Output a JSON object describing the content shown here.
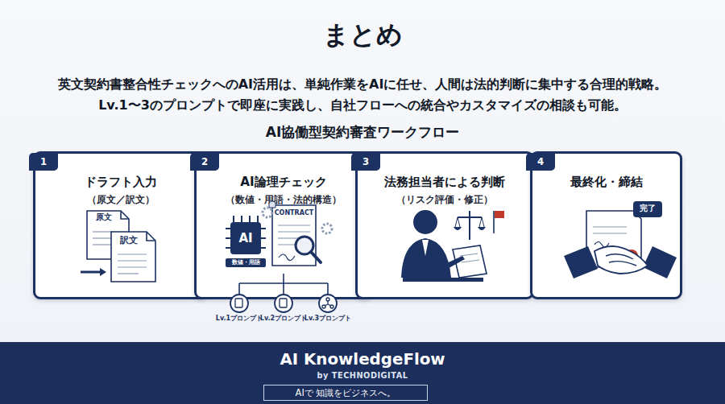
{
  "diagram": {
    "title": "まとめ",
    "nodes": [
      {
        "text": [
          "ドラフト入力",
          "（原文／訳文）"
        ]
      },
      {
        "text": [
          "1"
        ],
        "in": 0
      },
      {
        "text": [
          "AI論理チェック",
          "（数値・用語・法的構造）"
        ]
      },
      {
        "text": [
          "2"
        ],
        "in": 2
      },
      {
        "text": [
          "法務担当者による判断",
          "（リスク評価・修正）"
        ]
      },
      {
        "text": [
          "3"
        ],
        "in": 4
      },
      {
        "text": [
          "最終化・締結"
        ]
      },
      {
        "text": [
          "4"
        ],
        "in": 6
      },
      {
        "text": [
          "AI KnowledgeFlow",
          "by TECHNODIGITAL"
        ]
      },
      {
        "text": [
          "AIで 知識をビジネスへ。"
        ],
        "in": 8
      }
    ],
    "edges": [
      {
        "from": 0,
        "to": 2,
        "arrow": "to"
      },
      {
        "from": 2,
        "to": 4,
        "arrow": "to"
      },
      {
        "from": 4,
        "to": 6,
        "arrow": "to"
      }
    ],
    "labels": [
      "英文契約書整合性チェックへのAI活用は、単純作業をAIに任せ、人間は法的判断に集中する合理的戦略。",
      "Lv.1〜3のプロンプトで即座に実践し、自社フローへの統合やカスタマイズの相談も可能。",
      "AI協働型契約審査ワークフロー",
      "原文",
      "訳文",
      "CONTRACT",
      "AI",
      "数値・用語",
      "Lv.1プロンプト",
      "Lv.2プロンプト",
      "Lv.3プロンプト",
      "完了"
    ]
  }
}
